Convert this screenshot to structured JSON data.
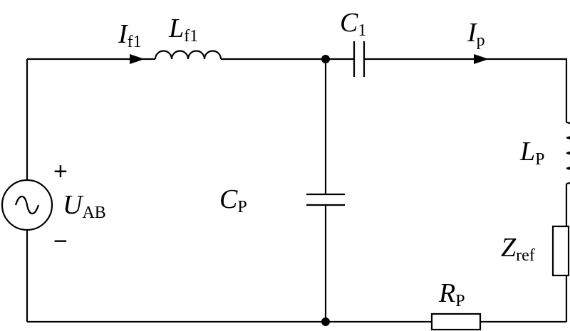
{
  "diagram": {
    "components": {
      "source": {
        "symbol": "U",
        "subscript": "AB",
        "plus": "+",
        "minus": "−"
      },
      "filter_inductor": {
        "symbol": "L",
        "subscript": "f1"
      },
      "filter_current": {
        "symbol": "I",
        "subscript": "f1"
      },
      "series_capacitor": {
        "symbol": "C",
        "subscript": "1"
      },
      "primary_current": {
        "symbol": "I",
        "subscript": "p"
      },
      "parallel_capacitor": {
        "symbol": "C",
        "subscript": "P"
      },
      "primary_inductor": {
        "symbol": "L",
        "subscript": "P"
      },
      "reflected_impedance": {
        "symbol": "Z",
        "subscript": "ref"
      },
      "primary_resistor": {
        "symbol": "R",
        "subscript": "P"
      }
    }
  }
}
